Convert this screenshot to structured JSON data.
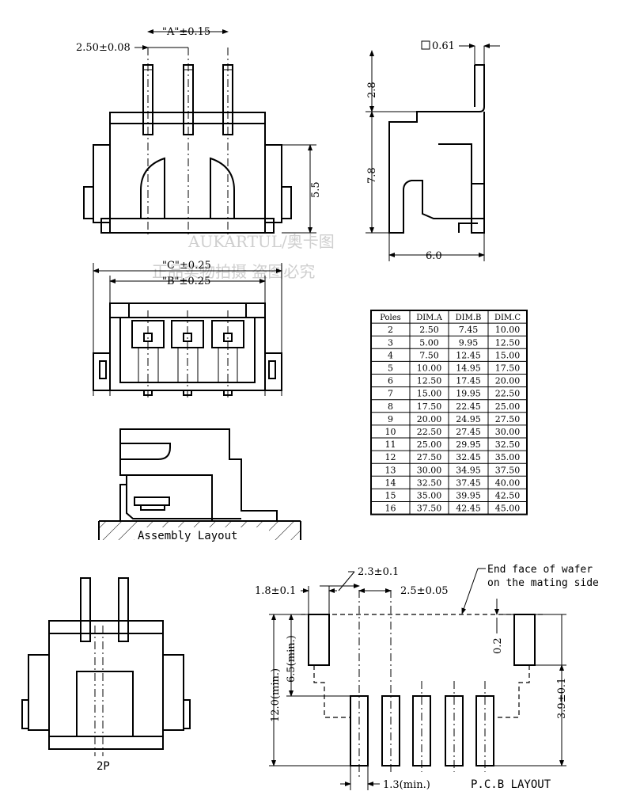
{
  "front_view": {
    "dim_a": "\"A\"±0.15",
    "dim_pitch": "2.50±0.08",
    "dim_height": "5.5"
  },
  "side_view": {
    "dim_pin": "0.61",
    "dim_pin_height": "2.8",
    "dim_body_height": "7.8",
    "dim_depth": "6.0"
  },
  "top_view": {
    "dim_c": "\"C\"±0.25",
    "dim_b": "\"B\"±0.25"
  },
  "watermark": {
    "line1": "AUKARTUL/奥卡图",
    "line2": "正品实物拍摄 盗图必究"
  },
  "assembly": {
    "label": "Assembly Layout"
  },
  "two_pin": {
    "label": "2P"
  },
  "pcb_layout": {
    "note_line1": "End face of wafer",
    "note_line2": "on the mating side",
    "dim_pad_width": "1.8±0.1",
    "dim_offset": "2.3±0.1",
    "dim_pitch": "2.5±0.05",
    "dim_min_65": "6.5(min.)",
    "dim_min_120": "12.0(min.)",
    "dim_02": "0.2",
    "dim_39": "3.9±0.1",
    "dim_min_13": "1.3(min.)",
    "label": "P.C.B LAYOUT"
  },
  "dim_table": {
    "headers": [
      "Poles",
      "DIM.A",
      "DIM.B",
      "DIM.C"
    ],
    "rows": [
      [
        "2",
        "2.50",
        "7.45",
        "10.00"
      ],
      [
        "3",
        "5.00",
        "9.95",
        "12.50"
      ],
      [
        "4",
        "7.50",
        "12.45",
        "15.00"
      ],
      [
        "5",
        "10.00",
        "14.95",
        "17.50"
      ],
      [
        "6",
        "12.50",
        "17.45",
        "20.00"
      ],
      [
        "7",
        "15.00",
        "19.95",
        "22.50"
      ],
      [
        "8",
        "17.50",
        "22.45",
        "25.00"
      ],
      [
        "9",
        "20.00",
        "24.95",
        "27.50"
      ],
      [
        "10",
        "22.50",
        "27.45",
        "30.00"
      ],
      [
        "11",
        "25.00",
        "29.95",
        "32.50"
      ],
      [
        "12",
        "27.50",
        "32.45",
        "35.00"
      ],
      [
        "13",
        "30.00",
        "34.95",
        "37.50"
      ],
      [
        "14",
        "32.50",
        "37.45",
        "40.00"
      ],
      [
        "15",
        "35.00",
        "39.95",
        "42.50"
      ],
      [
        "16",
        "37.50",
        "42.45",
        "45.00"
      ]
    ]
  }
}
